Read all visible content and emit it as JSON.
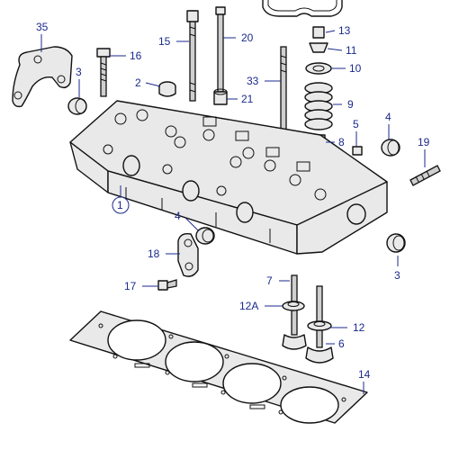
{
  "diagram": {
    "callouts": [
      {
        "id": "c35",
        "label": "35"
      },
      {
        "id": "c16",
        "label": "16"
      },
      {
        "id": "c15",
        "label": "15"
      },
      {
        "id": "c20",
        "label": "20"
      },
      {
        "id": "c13",
        "label": "13"
      },
      {
        "id": "c11",
        "label": "11"
      },
      {
        "id": "c10",
        "label": "10"
      },
      {
        "id": "c3a",
        "label": "3"
      },
      {
        "id": "c2",
        "label": "2"
      },
      {
        "id": "c33",
        "label": "33"
      },
      {
        "id": "c21",
        "label": "21"
      },
      {
        "id": "c9",
        "label": "9"
      },
      {
        "id": "c5",
        "label": "5"
      },
      {
        "id": "c4a",
        "label": "4"
      },
      {
        "id": "c8",
        "label": "8"
      },
      {
        "id": "c19",
        "label": "19"
      },
      {
        "id": "c1",
        "label": "1"
      },
      {
        "id": "c4b",
        "label": "4"
      },
      {
        "id": "c18",
        "label": "18"
      },
      {
        "id": "c3b",
        "label": "3"
      },
      {
        "id": "c17",
        "label": "17"
      },
      {
        "id": "c7",
        "label": "7"
      },
      {
        "id": "c12A",
        "label": "12A"
      },
      {
        "id": "c12",
        "label": "12"
      },
      {
        "id": "c6",
        "label": "6"
      },
      {
        "id": "c14",
        "label": "14"
      }
    ]
  }
}
